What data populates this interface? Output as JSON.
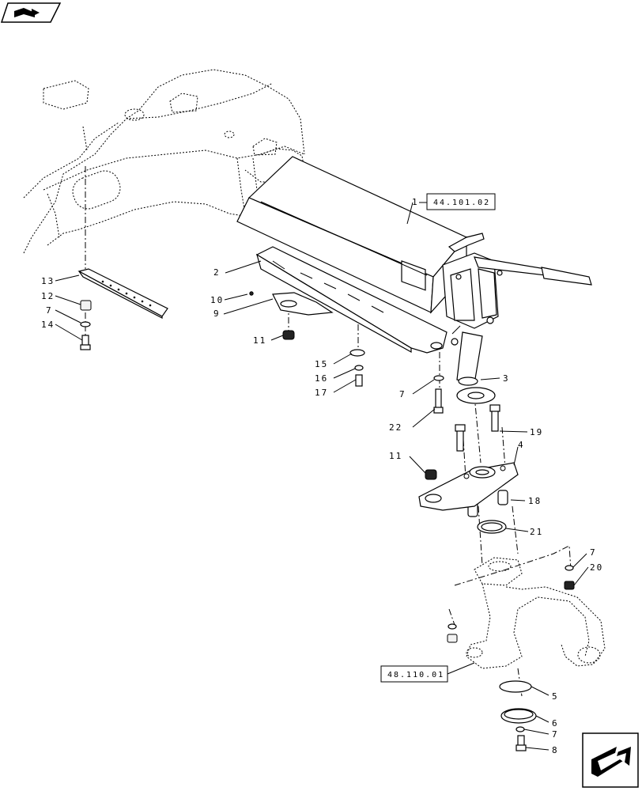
{
  "icons": {
    "top_left": "book-arrow-icon",
    "bottom_right": "next-page-arrow-icon"
  },
  "references": {
    "ref1": "44.101.02",
    "ref2": "48.110.01"
  },
  "callouts": {
    "c1": "1",
    "c2": "2",
    "c3": "3",
    "c4": "4",
    "c5": "5",
    "c6": "6",
    "c7a": "7",
    "c7b": "7",
    "c7c": "7",
    "c7d": "7",
    "c8": "8",
    "c9": "9",
    "c10": "10",
    "c11a": "11",
    "c11b": "11",
    "c12": "12",
    "c13": "13",
    "c14": "14",
    "c15": "15",
    "c16": "16",
    "c17": "17",
    "c18": "18",
    "c19": "19",
    "c20": "20",
    "c21": "21",
    "c22": "22"
  }
}
